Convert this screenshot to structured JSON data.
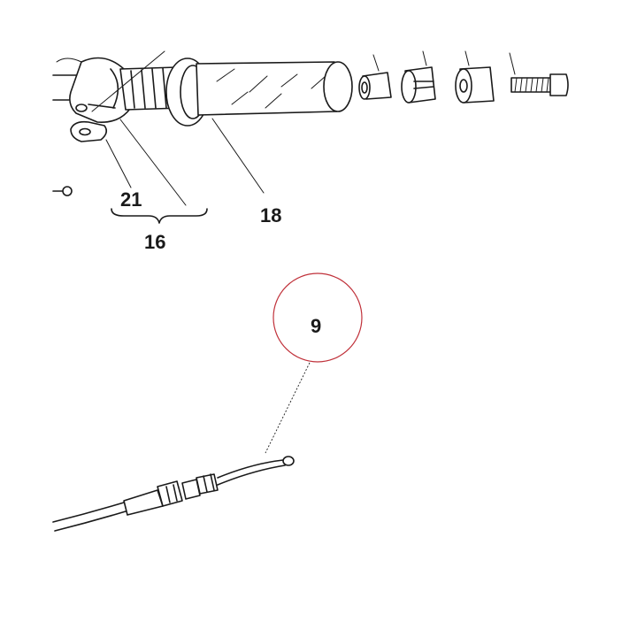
{
  "labels": {
    "part_21": "21",
    "part_16": "16",
    "part_18": "18",
    "part_9": "9"
  },
  "colors": {
    "ink": "#1a1a1a",
    "highlight_circle": "#c0313a",
    "background": "#ffffff"
  }
}
